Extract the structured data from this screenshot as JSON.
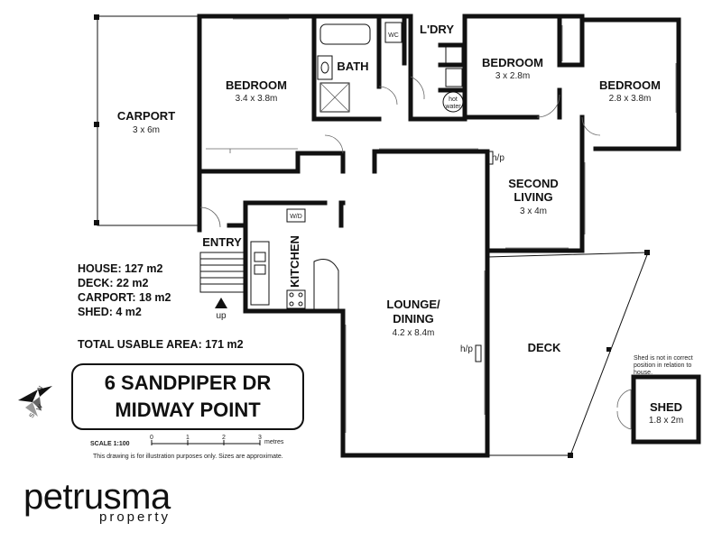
{
  "rooms": {
    "carport": {
      "title": "CARPORT",
      "dims": "3 x 6m"
    },
    "bedroom1": {
      "title": "BEDROOM",
      "dims": "3.4 x 3.8m"
    },
    "bath": {
      "title": "BATH"
    },
    "wc": {
      "title": "WC"
    },
    "laundry": {
      "title": "L'DRY"
    },
    "bedroom2": {
      "title": "BEDROOM",
      "dims": "3 x 2.8m"
    },
    "bedroom3": {
      "title": "BEDROOM",
      "dims": "2.8 x 3.8m"
    },
    "hot_water": {
      "line1": "hot",
      "line2": "water"
    },
    "second_living": {
      "line1": "SECOND",
      "line2": "LIVING",
      "dims": "3 x 4m"
    },
    "entry": {
      "title": "ENTRY",
      "up": "up"
    },
    "kitchen": {
      "title": "KITCHEN",
      "wd": "W/D"
    },
    "lounge": {
      "line1": "LOUNGE/",
      "line2": "DINING",
      "dims": "4.2 x 8.4m"
    },
    "deck": {
      "title": "DECK"
    },
    "shed": {
      "title": "SHED",
      "dims": "1.8 x 2m"
    },
    "hp_label": "h/p"
  },
  "areas": {
    "house": "HOUSE: 127 m2",
    "deck": "DECK: 22 m2",
    "carport": "CARPORT: 18 m2",
    "shed": "SHED: 4 m2",
    "total": "TOTAL USABLE AREA: 171 m2"
  },
  "address": {
    "line1": "6 SANDPIPER DR",
    "line2": "MIDWAY POINT"
  },
  "compass": {
    "n": "N",
    "e": "E",
    "w": "W",
    "s": "S"
  },
  "scale": {
    "label": "SCALE 1:100",
    "ticks": [
      "0",
      "1",
      "2",
      "3"
    ],
    "unit": "metres",
    "disclaimer": "This drawing is for illustration purposes only. Sizes are approximate."
  },
  "shed_note": {
    "line1": "Shed is not in correct",
    "line2": "position in relation to",
    "line3": "house."
  },
  "brand": {
    "name": "petrusma",
    "sub": "property"
  }
}
